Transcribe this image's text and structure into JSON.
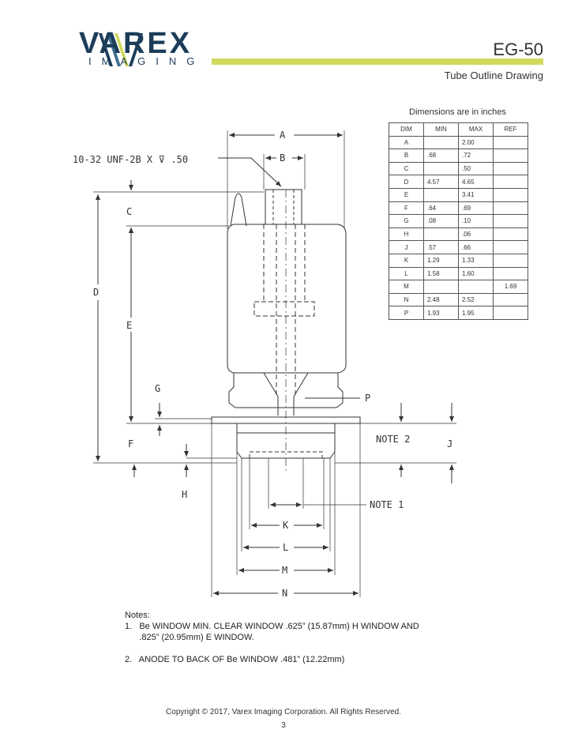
{
  "header": {
    "logo_word": "VAREX",
    "logo_sub": "IMAGING",
    "model": "EG-50",
    "subtitle": "Tube Outline Drawing",
    "accent_color": "#cfd95f",
    "brand_color": "#1c3d5a"
  },
  "dimensions": {
    "caption": "Dimensions are in inches",
    "headers": [
      "DIM",
      "MIN",
      "MAX",
      "REF"
    ],
    "rows": [
      {
        "dim": "A",
        "min": "",
        "max": "2.00",
        "ref": ""
      },
      {
        "dim": "B",
        "min": ".68",
        "max": ".72",
        "ref": ""
      },
      {
        "dim": "C",
        "min": "",
        "max": ".50",
        "ref": ""
      },
      {
        "dim": "D",
        "min": "4.57",
        "max": "4.65",
        "ref": ""
      },
      {
        "dim": "E",
        "min": "",
        "max": "3.41",
        "ref": ""
      },
      {
        "dim": "F",
        "min": ".64",
        "max": ".69",
        "ref": ""
      },
      {
        "dim": "G",
        "min": ".08",
        "max": ".10",
        "ref": ""
      },
      {
        "dim": "H",
        "min": "",
        "max": ".06",
        "ref": ""
      },
      {
        "dim": "J",
        "min": ".57",
        "max": ".66",
        "ref": ""
      },
      {
        "dim": "K",
        "min": "1.29",
        "max": "1.33",
        "ref": ""
      },
      {
        "dim": "L",
        "min": "1.58",
        "max": "1.60",
        "ref": ""
      },
      {
        "dim": "M",
        "min": "",
        "max": "",
        "ref": "1.69"
      },
      {
        "dim": "N",
        "min": "2.48",
        "max": "2.52",
        "ref": ""
      },
      {
        "dim": "P",
        "min": "1.93",
        "max": "1.95",
        "ref": ""
      }
    ]
  },
  "drawing": {
    "thread_label": "10-32 UNF-2B X ⊽ .50",
    "labels": {
      "A": "A",
      "B": "B",
      "C": "C",
      "D": "D",
      "E": "E",
      "F": "F",
      "G": "G",
      "H": "H",
      "J": "J",
      "K": "K",
      "L": "L",
      "M": "M",
      "N": "N",
      "P": "P"
    },
    "note1": "NOTE 1",
    "note2": "NOTE 2"
  },
  "notes": {
    "heading": "Notes:",
    "items": [
      "1.   Be WINDOW MIN. CLEAR WINDOW .625” (15.87mm) H WINDOW AND",
      "      .825” (20.95mm) E WINDOW.",
      "",
      "2.   ANODE TO BACK OF Be WINDOW .481” (12.22mm)"
    ]
  },
  "footer": {
    "copyright": "Copyright © 2017, Varex Imaging Corporation.  All Rights Reserved.",
    "page": "3"
  }
}
